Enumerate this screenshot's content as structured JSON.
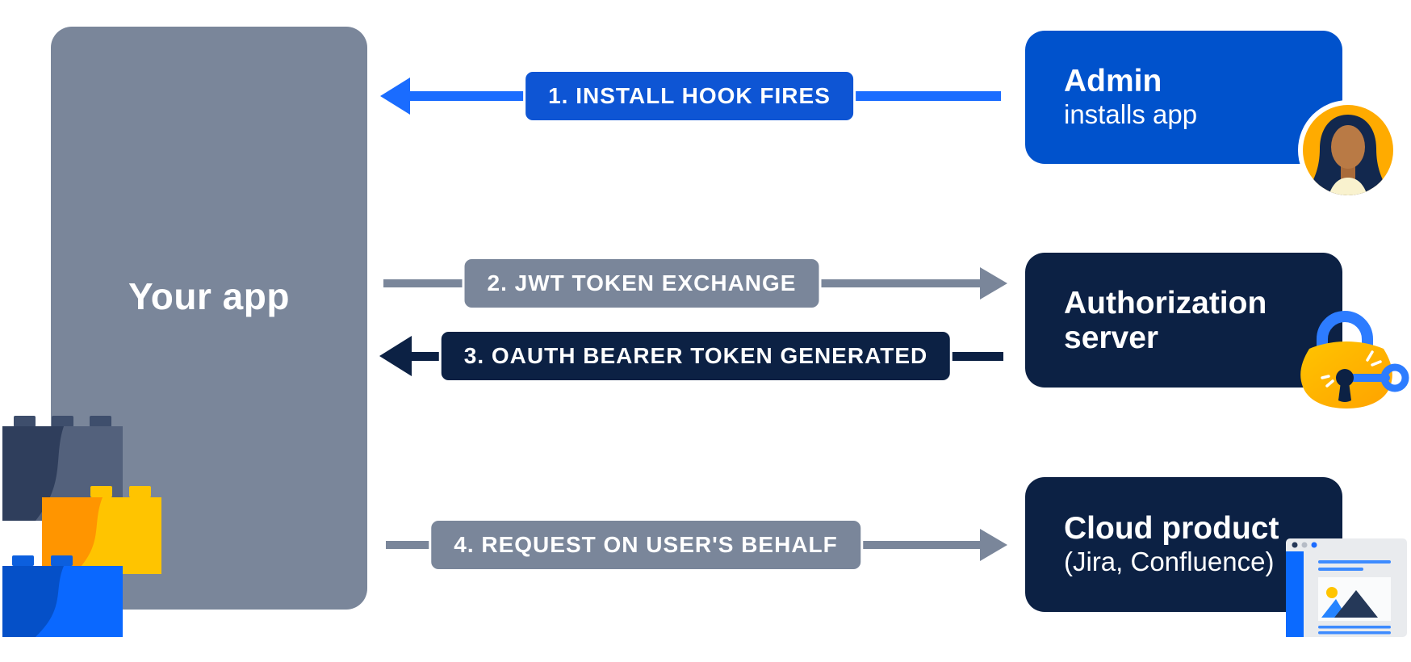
{
  "your_app": {
    "label": "Your app",
    "color": "#7A869A"
  },
  "flows": [
    {
      "step": 1,
      "label": "1. INSTALL HOOK FIRES",
      "direction": "left",
      "arrow_color": "#1A6CFF",
      "pill_color": "#0E55D4"
    },
    {
      "step": 2,
      "label": "2. JWT TOKEN EXCHANGE",
      "direction": "right",
      "arrow_color": "#7A869A",
      "pill_color": "#7A869A"
    },
    {
      "step": 3,
      "label": "3. OAUTH BEARER TOKEN GENERATED",
      "direction": "left",
      "arrow_color": "#0C2144",
      "pill_color": "#0C2144"
    },
    {
      "step": 4,
      "label": "4. REQUEST ON USER'S BEHALF",
      "direction": "right",
      "arrow_color": "#7A869A",
      "pill_color": "#7A869A"
    }
  ],
  "nodes": [
    {
      "title_lines": [
        "Admin"
      ],
      "subtitle": "installs app",
      "color": "#0052CC",
      "icon": "admin-avatar-icon"
    },
    {
      "title_lines": [
        "Authorization",
        "server"
      ],
      "subtitle": "",
      "color": "#0C2144",
      "icon": "padlock-key-icon"
    },
    {
      "title_lines": [
        "Cloud product"
      ],
      "subtitle": "(Jira, Confluence)",
      "color": "#0C2144",
      "icon": "browser-window-icon"
    }
  ],
  "decorations": {
    "lego_blocks_icon": {
      "colors": [
        "#2F3E5C",
        "#FF9500",
        "#FFC400",
        "#0A68FF"
      ]
    }
  },
  "palette": {
    "bright_blue": "#1A6CFF",
    "primary_blue": "#0052CC",
    "navy": "#0C2144",
    "slate_gray": "#7A869A",
    "yellow": "#FFC400",
    "orange": "#FF9500",
    "avatar_background": "#FFAB00",
    "white": "#FFFFFF"
  }
}
